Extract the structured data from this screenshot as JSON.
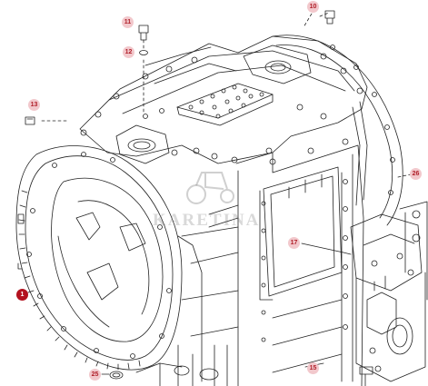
{
  "watermark": {
    "text": "KARETINA",
    "color": "#8a8a8a"
  },
  "callouts": [
    {
      "id": "10",
      "label": "10"
    },
    {
      "id": "11",
      "label": "11"
    },
    {
      "id": "12",
      "label": "12"
    },
    {
      "id": "13",
      "label": "13"
    },
    {
      "id": "1",
      "label": "1"
    },
    {
      "id": "26",
      "label": "26"
    },
    {
      "id": "17",
      "label": "17"
    },
    {
      "id": "25",
      "label": "25"
    },
    {
      "id": "15",
      "label": "15"
    }
  ],
  "colors": {
    "line": "#222222",
    "callout_bg": "#f2c8cc",
    "callout_text": "#b0202a",
    "callout_dark": "#b3121f"
  }
}
